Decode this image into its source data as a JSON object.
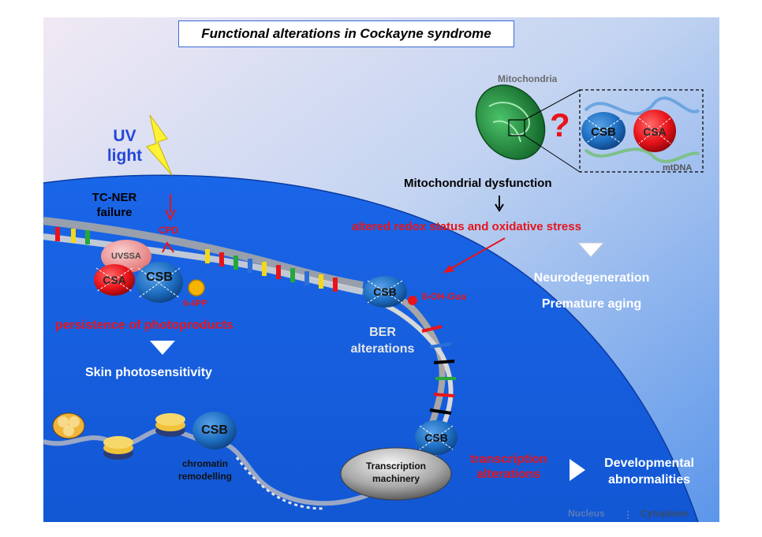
{
  "title": "Functional alterations in Cockayne syndrome",
  "uv": {
    "line1": "UV",
    "line2": "light"
  },
  "tc_ner": {
    "line1": "TC-NER",
    "line2": "failure"
  },
  "cpd": "CPD",
  "pp64": "6-4PP",
  "persistence": "persistence of photoproducts",
  "skin": "Skin photosensitivity",
  "proteins": {
    "uvssa": "UVSSA",
    "csa": "CSA",
    "csb": "CSB"
  },
  "mito": {
    "label": "Mitochondria",
    "question": "?",
    "mtdna": "mtDNA",
    "dysfunction": "Mitochondrial dysfunction",
    "arrow": "↓",
    "redox": "altered redox status and oxidative stress"
  },
  "outcomes": {
    "neuro": "Neurodegeneration",
    "aging": "Premature aging"
  },
  "ber": {
    "line1": "BER",
    "line2": "alterations",
    "oxo": "8-OH-Gua"
  },
  "chromatin": {
    "line1": "chromatin",
    "line2": "remodelling"
  },
  "transcription": {
    "machine1": "Transcription",
    "machine2": "machinery",
    "alt1": "transcription",
    "alt2": "alterations"
  },
  "developmental": {
    "line1": "Developmental",
    "line2": "abnormalities"
  },
  "compartments": {
    "nucleus": "Nucleus",
    "cytoplasm": "Cytoplasm"
  },
  "colors": {
    "nucleus": "#1662e6",
    "cytoplasm_top": "#e8e8f6",
    "cytoplasm_bottom": "#5a97ea",
    "csb": "#1e6fc2",
    "csa": "#e8141a",
    "uvssa": "#f08a8a",
    "red_text": "#e8141a",
    "mito": "#1f8c3a"
  }
}
